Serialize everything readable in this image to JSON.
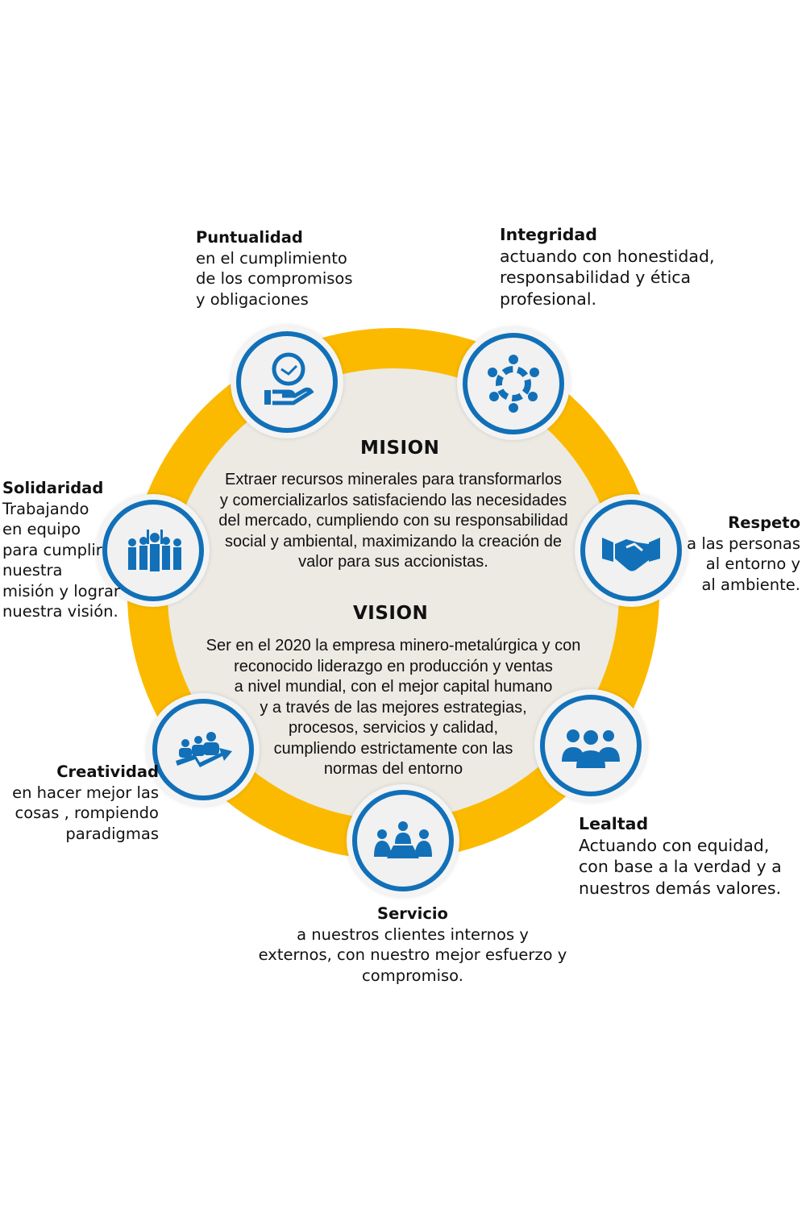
{
  "mision": {
    "title": "MISION",
    "lines": [
      "Extraer recursos minerales para transformarlos",
      "y comercializarlos satisfaciendo las necesidades",
      "del mercado, cumpliendo con su responsabilidad",
      "social y ambiental, maximizando la creación de",
      "valor para sus accionistas."
    ]
  },
  "vision": {
    "title": "VISION",
    "lines": [
      "Ser en el 2020 la empresa minero-metalúrgica y con",
      "reconocido liderazgo en producción y ventas",
      "a nivel mundial, con el mejor capital humano",
      "y a través de las mejores estrategias,",
      "procesos, servicios y calidad,",
      "cumpliendo estrictamente con las",
      "normas del entorno"
    ]
  },
  "values": {
    "puntualidad": {
      "title": "Puntualidad",
      "lines": [
        "en el cumplimiento",
        "de los compromisos",
        "y obligaciones"
      ],
      "icon": "clock-hand-icon"
    },
    "integridad": {
      "title": "Integridad",
      "lines": [
        "actuando con honestidad,",
        "responsabilidad y ética",
        "profesional."
      ],
      "icon": "people-circle-icon"
    },
    "solidaridad": {
      "title": "Solidaridad",
      "lines": [
        "Trabajando",
        "en equipo",
        "para cumplir",
        "nuestra",
        "misión y lograr",
        "nuestra visión."
      ],
      "icon": "team-cheer-icon"
    },
    "respeto": {
      "title": "Respeto",
      "lines": [
        "a las personas",
        "al entorno y",
        "al ambiente."
      ],
      "icon": "handshake-icon"
    },
    "creatividad": {
      "title": "Creatividad",
      "lines": [
        "en hacer mejor las",
        "cosas , rompiendo",
        "paradigmas"
      ],
      "icon": "group-arrow-icon"
    },
    "lealtad": {
      "title": "Lealtad",
      "lines": [
        "Actuando con equidad,",
        "con base a la verdad  y a",
        "nuestros demás valores."
      ],
      "icon": "three-people-icon"
    },
    "servicio": {
      "title": "Servicio",
      "lines": [
        "a nuestros clientes internos y",
        "externos, con nuestro mejor esfuerzo  y",
        "compromiso."
      ],
      "icon": "meeting-icon"
    }
  },
  "colors": {
    "ring": "#FBBA00",
    "inner": "#ECEAE3",
    "blue": "#1170B8"
  }
}
